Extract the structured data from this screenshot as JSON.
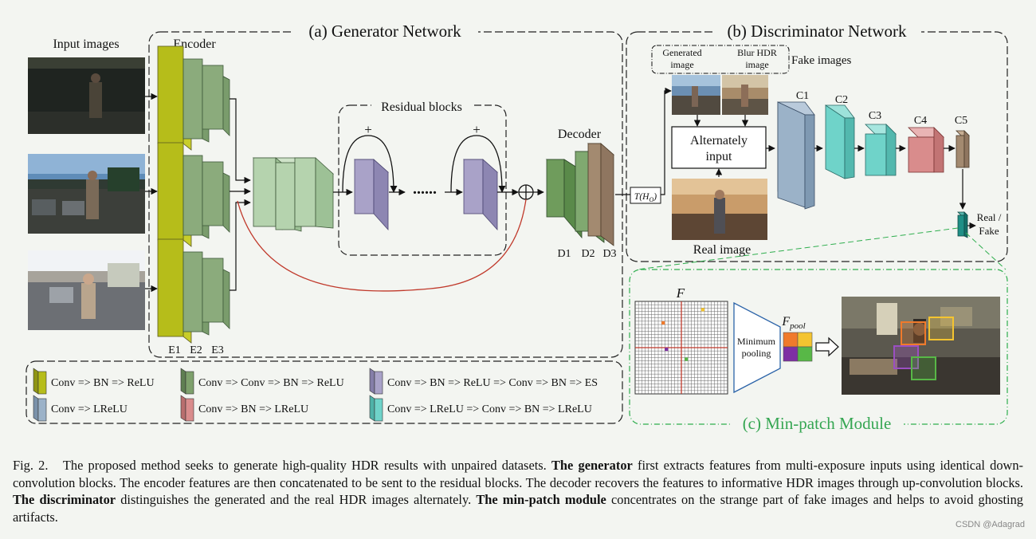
{
  "generator": {
    "title": "(a) Generator Network",
    "input_images_label": "Input images",
    "encoder_label": "Encoder",
    "encoder_blocks": [
      "E1",
      "E2",
      "E3"
    ],
    "residual_label": "Residual blocks",
    "plus_symbol": "+",
    "dots_symbol": "......",
    "decoder_label": "Decoder",
    "decoder_blocks": [
      "D1",
      "D2",
      "D3"
    ],
    "tone_map_label": "T(H",
    "tone_map_sub": "O",
    "tone_map_close": ")"
  },
  "discriminator": {
    "title": "(b) Discriminator Network",
    "generated_label_line1": "Generated",
    "generated_label_line2": "image",
    "blur_label_line1": "Blur HDR",
    "blur_label_line2": "image",
    "fake_images_label": "Fake images",
    "alternately_line1": "Alternately",
    "alternately_line2": "input",
    "real_image_label": "Real image",
    "conv_blocks": [
      "C1",
      "C2",
      "C3",
      "C4",
      "C5"
    ],
    "output_line1": "Real /",
    "output_line2": "Fake"
  },
  "minpatch": {
    "title": "(c) Min-patch Module",
    "f_label": "F",
    "fpool_label": "F",
    "fpool_sub": "pool",
    "pooling_line1": "Minimum",
    "pooling_line2": "pooling"
  },
  "legend": [
    {
      "text": "Conv => BN => ReLU",
      "color": "#b6bd1a"
    },
    {
      "text": "Conv => Conv => BN => ReLU",
      "color": "#7ea06c"
    },
    {
      "text": "Conv => BN => ReLU => Conv => BN => ES",
      "color": "#a9a2c8"
    },
    {
      "text": "Conv => LReLU",
      "color": "#9bb2c8"
    },
    {
      "text": "Conv => BN => LReLU",
      "color": "#d98c8c"
    },
    {
      "text": "Conv => LReLU => Conv => BN => LReLU",
      "color": "#6fd3c9"
    }
  ],
  "colors": {
    "encoder_front": "#b6bd1a",
    "encoder_back": "#8bab7c",
    "concat": "#b5d3ae",
    "residual": "#a9a2c8",
    "decoder": "#6f9c5c",
    "decoder_last": "#a38a70",
    "disc_c1": "#9bb2c8",
    "disc_c2": "#6fd3c9",
    "disc_c4": "#d98c8c",
    "disc_c5": "#a38a70",
    "output": "#1f8f86",
    "skip": "#c0392b",
    "minpatch": "#2fae4e"
  },
  "caption": {
    "fig": "Fig. 2.",
    "intro": "The proposed method seeks to generate high-quality HDR results with unpaired datasets.",
    "gen_bold": "The generator",
    "gen_text": "first extracts features from multi-exposure inputs using identical down-convolution blocks. The encoder features are then concatenated to be sent to the residual blocks. The decoder recovers the features to informative HDR images through up-convolution blocks.",
    "disc_bold": "The discriminator",
    "disc_text": "distinguishes the generated and the real HDR images alternately.",
    "mp_bold": "The min-patch module",
    "mp_text": "concentrates on the strange part of fake images and helps to avoid ghosting artifacts."
  },
  "watermark": "CSDN @Adagrad"
}
